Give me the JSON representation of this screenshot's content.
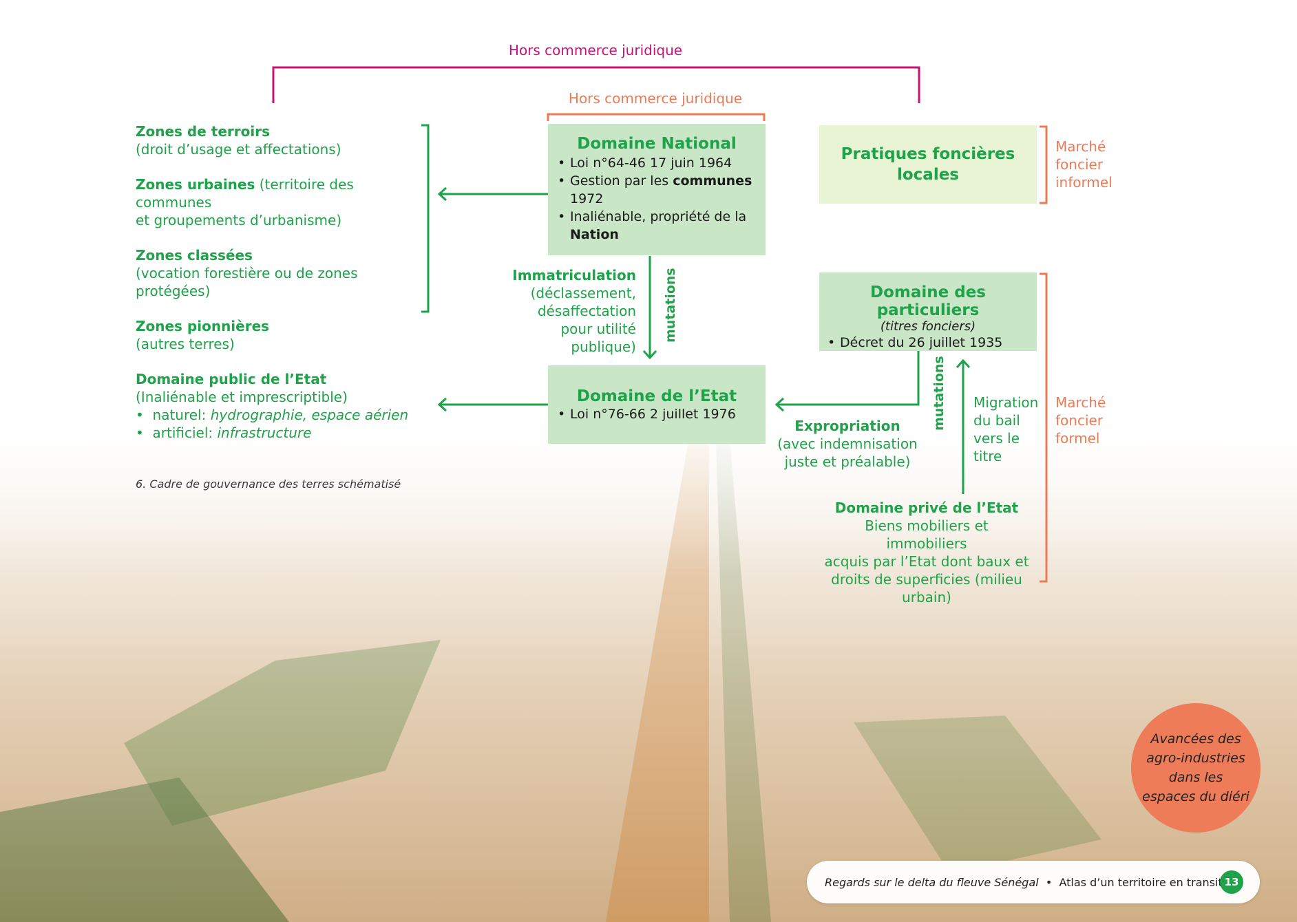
{
  "top_bracket": {
    "label": "Hors commerce juridique"
  },
  "inner_bracket": {
    "label": "Hors commerce juridique"
  },
  "left_zones": [
    {
      "title": "Zones de terroirs",
      "desc": "(droit d’usage et affectations)"
    },
    {
      "title": "Zones urbaines",
      "desc_inline": " (territoire des communes",
      "desc2": "et groupements d’urbanisme)"
    },
    {
      "title": "Zones classées",
      "desc": "(vocation forestière ou de zones protégées)"
    },
    {
      "title": "Zones pionnières",
      "desc": "(autres terres)"
    }
  ],
  "domaine_national": {
    "title": "Domaine National",
    "item1": "Loi n°64-46 17 juin 1964",
    "item2_pre": "Gestion par les ",
    "item2_bold": "communes",
    "item2_post": "1972",
    "item3_pre": "Inaliénable, propriété de la",
    "item3_bold": "Nation"
  },
  "pratiques": {
    "title_l1": "Pratiques foncières",
    "title_l2": "locales"
  },
  "marche_informel": {
    "l1": "Marché",
    "l2": "foncier",
    "l3": "informel"
  },
  "immatriculation": {
    "title": "Immatriculation",
    "l1": "(déclassement,",
    "l2": "désaffectation",
    "l3": "pour utilité",
    "l4": "publique)"
  },
  "mutations_left": "mutations",
  "mutations_right": "mutations",
  "domaine_particuliers": {
    "title": "Domaine des particuliers",
    "subtitle": "(titres fonciers)",
    "item1": "Décret du 26 juillet 1935"
  },
  "domaine_public": {
    "title": "Domaine public de l’Etat",
    "desc": "(Inaliénable et imprescriptible)",
    "item1_pre": "naturel: ",
    "item1_it": "hydrographie, espace aérien",
    "item2_pre": "artificiel: ",
    "item2_it": "infrastructure"
  },
  "domaine_etat": {
    "title": "Domaine de l’Etat",
    "item1": "Loi n°76-66 2 juillet 1976"
  },
  "expropriation": {
    "title": "Expropriation",
    "l1": "(avec indemnisation",
    "l2": "juste et préalable)"
  },
  "migration": {
    "l1": "Migration",
    "l2": "du bail",
    "l3": "vers le",
    "l4": "titre"
  },
  "marche_formel": {
    "l1": "Marché",
    "l2": "foncier",
    "l3": "formel"
  },
  "domaine_prive": {
    "title": "Domaine privé de l’Etat",
    "l1": "Biens mobiliers et immobiliers",
    "l2": "acquis par l’Etat dont baux et",
    "l3": "droits de superficies (milieu",
    "l4": "urbain)"
  },
  "caption": "6. Cadre de gouvernance des terres schématisé",
  "circle_text": "Avancées des agro-industries dans les espaces du diéri",
  "footer": {
    "title_it": "Regards sur le delta du fleuve Sénégal",
    "sep": "•",
    "subtitle": "Atlas d’un territoire en transition",
    "page": "13"
  },
  "colors": {
    "green": "#1ea24a",
    "orange": "#ec7b55",
    "magenta": "#c8127a",
    "box_green": "#c9e6c6",
    "box_light": "#e8f4d3"
  }
}
